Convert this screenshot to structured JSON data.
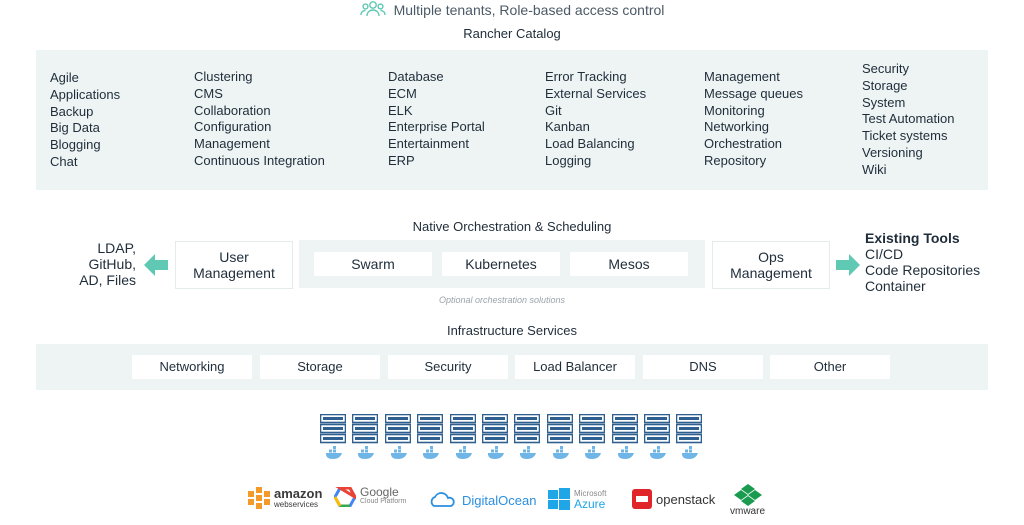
{
  "header": {
    "text": "Multiple tenants, Role-based access control",
    "icon": "users-icon"
  },
  "catalog": {
    "title": "Rancher Catalog",
    "columns": [
      [
        "Agile",
        "Applications",
        "Backup",
        "Big Data",
        "Blogging",
        "Chat"
      ],
      [
        "Clustering",
        "CMS",
        "Collaboration",
        "Configuration",
        "Management",
        "Continuous Integration"
      ],
      [
        "Database",
        "ECM",
        "ELK",
        "Enterprise Portal",
        "Entertainment",
        "ERP"
      ],
      [
        "Error Tracking",
        "External Services",
        "Git",
        "Kanban",
        "Load Balancing",
        "Logging"
      ],
      [
        "Management",
        "Message queues",
        "Monitoring",
        "Networking",
        "Orchestration",
        "Repository"
      ],
      [
        "Security",
        "Storage",
        "System",
        "Test Automation",
        "Ticket systems",
        "Versioning",
        "Wiki"
      ]
    ]
  },
  "orchestration": {
    "title": "Native Orchestration & Scheduling",
    "left_text": [
      "LDAP,",
      "GitHub,",
      "AD, Files"
    ],
    "user_mgmt": [
      "User",
      "Management"
    ],
    "engines": [
      "Swarm",
      "Kubernetes",
      "Mesos"
    ],
    "ops_mgmt": [
      "Ops",
      "Management"
    ],
    "optional_note": "Optional orchestration solutions",
    "existing_title": "Existing Tools",
    "existing_items": [
      "CI/CD",
      "Code Repositories",
      "Container"
    ],
    "accent_color": "#5fc9b4"
  },
  "infrastructure": {
    "title": "Infrastructure Services",
    "items": [
      "Networking",
      "Storage",
      "Security",
      "Load Balancer",
      "DNS",
      "Other"
    ]
  },
  "servers": {
    "count": 12,
    "icon": "server-rack-icon",
    "container_icon": "docker-whale-icon",
    "color": "#2f5f8f"
  },
  "providers": [
    {
      "name": "amazon",
      "sub": "webservices",
      "icon": "aws-icon",
      "color": "#f49a2a"
    },
    {
      "name": "Google",
      "sub": "Cloud Platform",
      "icon": "google-cloud-icon",
      "color": "#4285f4"
    },
    {
      "name": "DigitalOcean",
      "sub": "",
      "icon": "digitalocean-icon",
      "color": "#2b8fe0"
    },
    {
      "name": "Microsoft",
      "sub": "Azure",
      "icon": "azure-icon",
      "color": "#1ea6e6"
    },
    {
      "name": "openstack",
      "sub": "",
      "icon": "openstack-icon",
      "color": "#e0252b"
    },
    {
      "name": "vmware",
      "sub": "",
      "icon": "vmware-icon",
      "color": "#1a9b50"
    }
  ]
}
